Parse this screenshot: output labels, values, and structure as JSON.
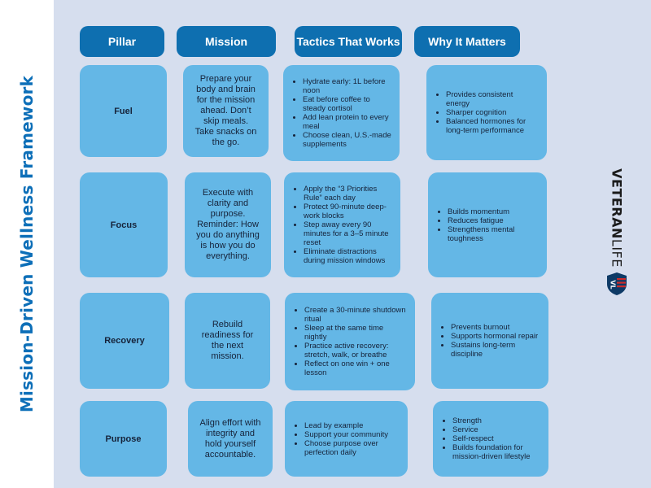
{
  "title": "Mission-Driven Wellness Framework",
  "headers": {
    "pillar": "Pillar",
    "mission": "Mission",
    "tactics": "Tactics That Works",
    "why": "Why It Matters"
  },
  "rows": [
    {
      "pillar": "Fuel",
      "mission": "Prepare your body and brain for the mission ahead. Don’t skip meals. Take snacks on the go.",
      "tactics": [
        "Hydrate early: 1L before noon",
        "Eat before coffee to steady cortisol",
        "Add lean protein to every meal",
        "Choose clean, U.S.-made supplements"
      ],
      "why": [
        "Provides consistent energy",
        "Sharper cognition",
        "Balanced hormones for long-term performance"
      ]
    },
    {
      "pillar": "Focus",
      "mission": "Execute with clarity and purpose. Reminder: How you do anything is how you do everything.",
      "tactics": [
        "Apply the “3 Priorities Rule” each day",
        "Protect 90-minute deep-work blocks",
        "Step away every 90 minutes for a 3–5 minute reset",
        "Eliminate distractions during mission windows"
      ],
      "why": [
        "Builds momentum",
        "Reduces fatigue",
        "Strengthens mental toughness"
      ]
    },
    {
      "pillar": "Recovery",
      "mission": "Rebuild readiness for the next mission.",
      "tactics": [
        "Create a 30-minute shutdown ritual",
        "Sleep at the same time nightly",
        "Practice active recovery: stretch, walk, or breathe",
        "Reflect on one win + one lesson"
      ],
      "why": [
        "Prevents burnout",
        "Supports hormonal repair",
        "Sustains long-term discipline"
      ]
    },
    {
      "pillar": "Purpose",
      "mission": "Align effort with integrity and hold yourself accountable.",
      "tactics": [
        "Lead by example",
        "Support your community",
        "Choose purpose over perfection daily"
      ],
      "why": [
        "Strength",
        "Service",
        "Self-respect",
        "Builds foundation for mission-driven lifestyle"
      ]
    }
  ],
  "brand": {
    "word_bold": "VETERAN",
    "word_light": "LIFE",
    "badge_text": "VL",
    "colors": {
      "accent_dark": "#0e6fb0",
      "cell": "#64b7e6",
      "panel": "#d6deee",
      "title": "#0d6fb8",
      "flag_red": "#cc2b2b"
    }
  }
}
